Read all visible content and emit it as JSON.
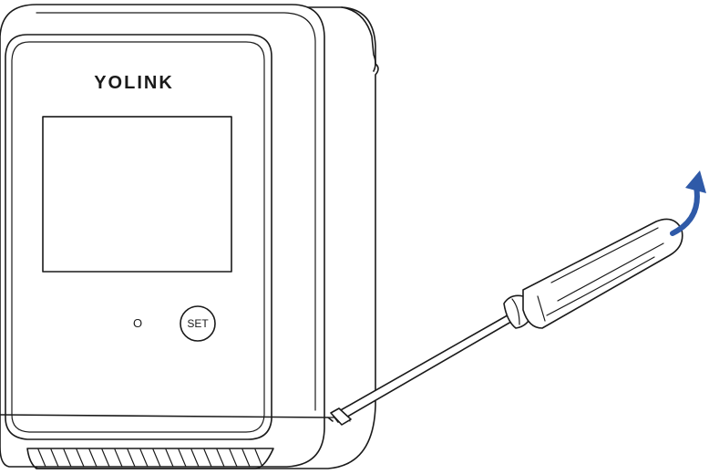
{
  "device": {
    "brand": "YOLINK",
    "button_label": "SET",
    "indicator_label": "O"
  },
  "colors": {
    "line": "#1a1a1a",
    "arrow": "#2f5aa8",
    "background": "#ffffff"
  },
  "icons": {
    "tool": "screwdriver-icon",
    "rotation": "rotate-arrow-icon"
  }
}
